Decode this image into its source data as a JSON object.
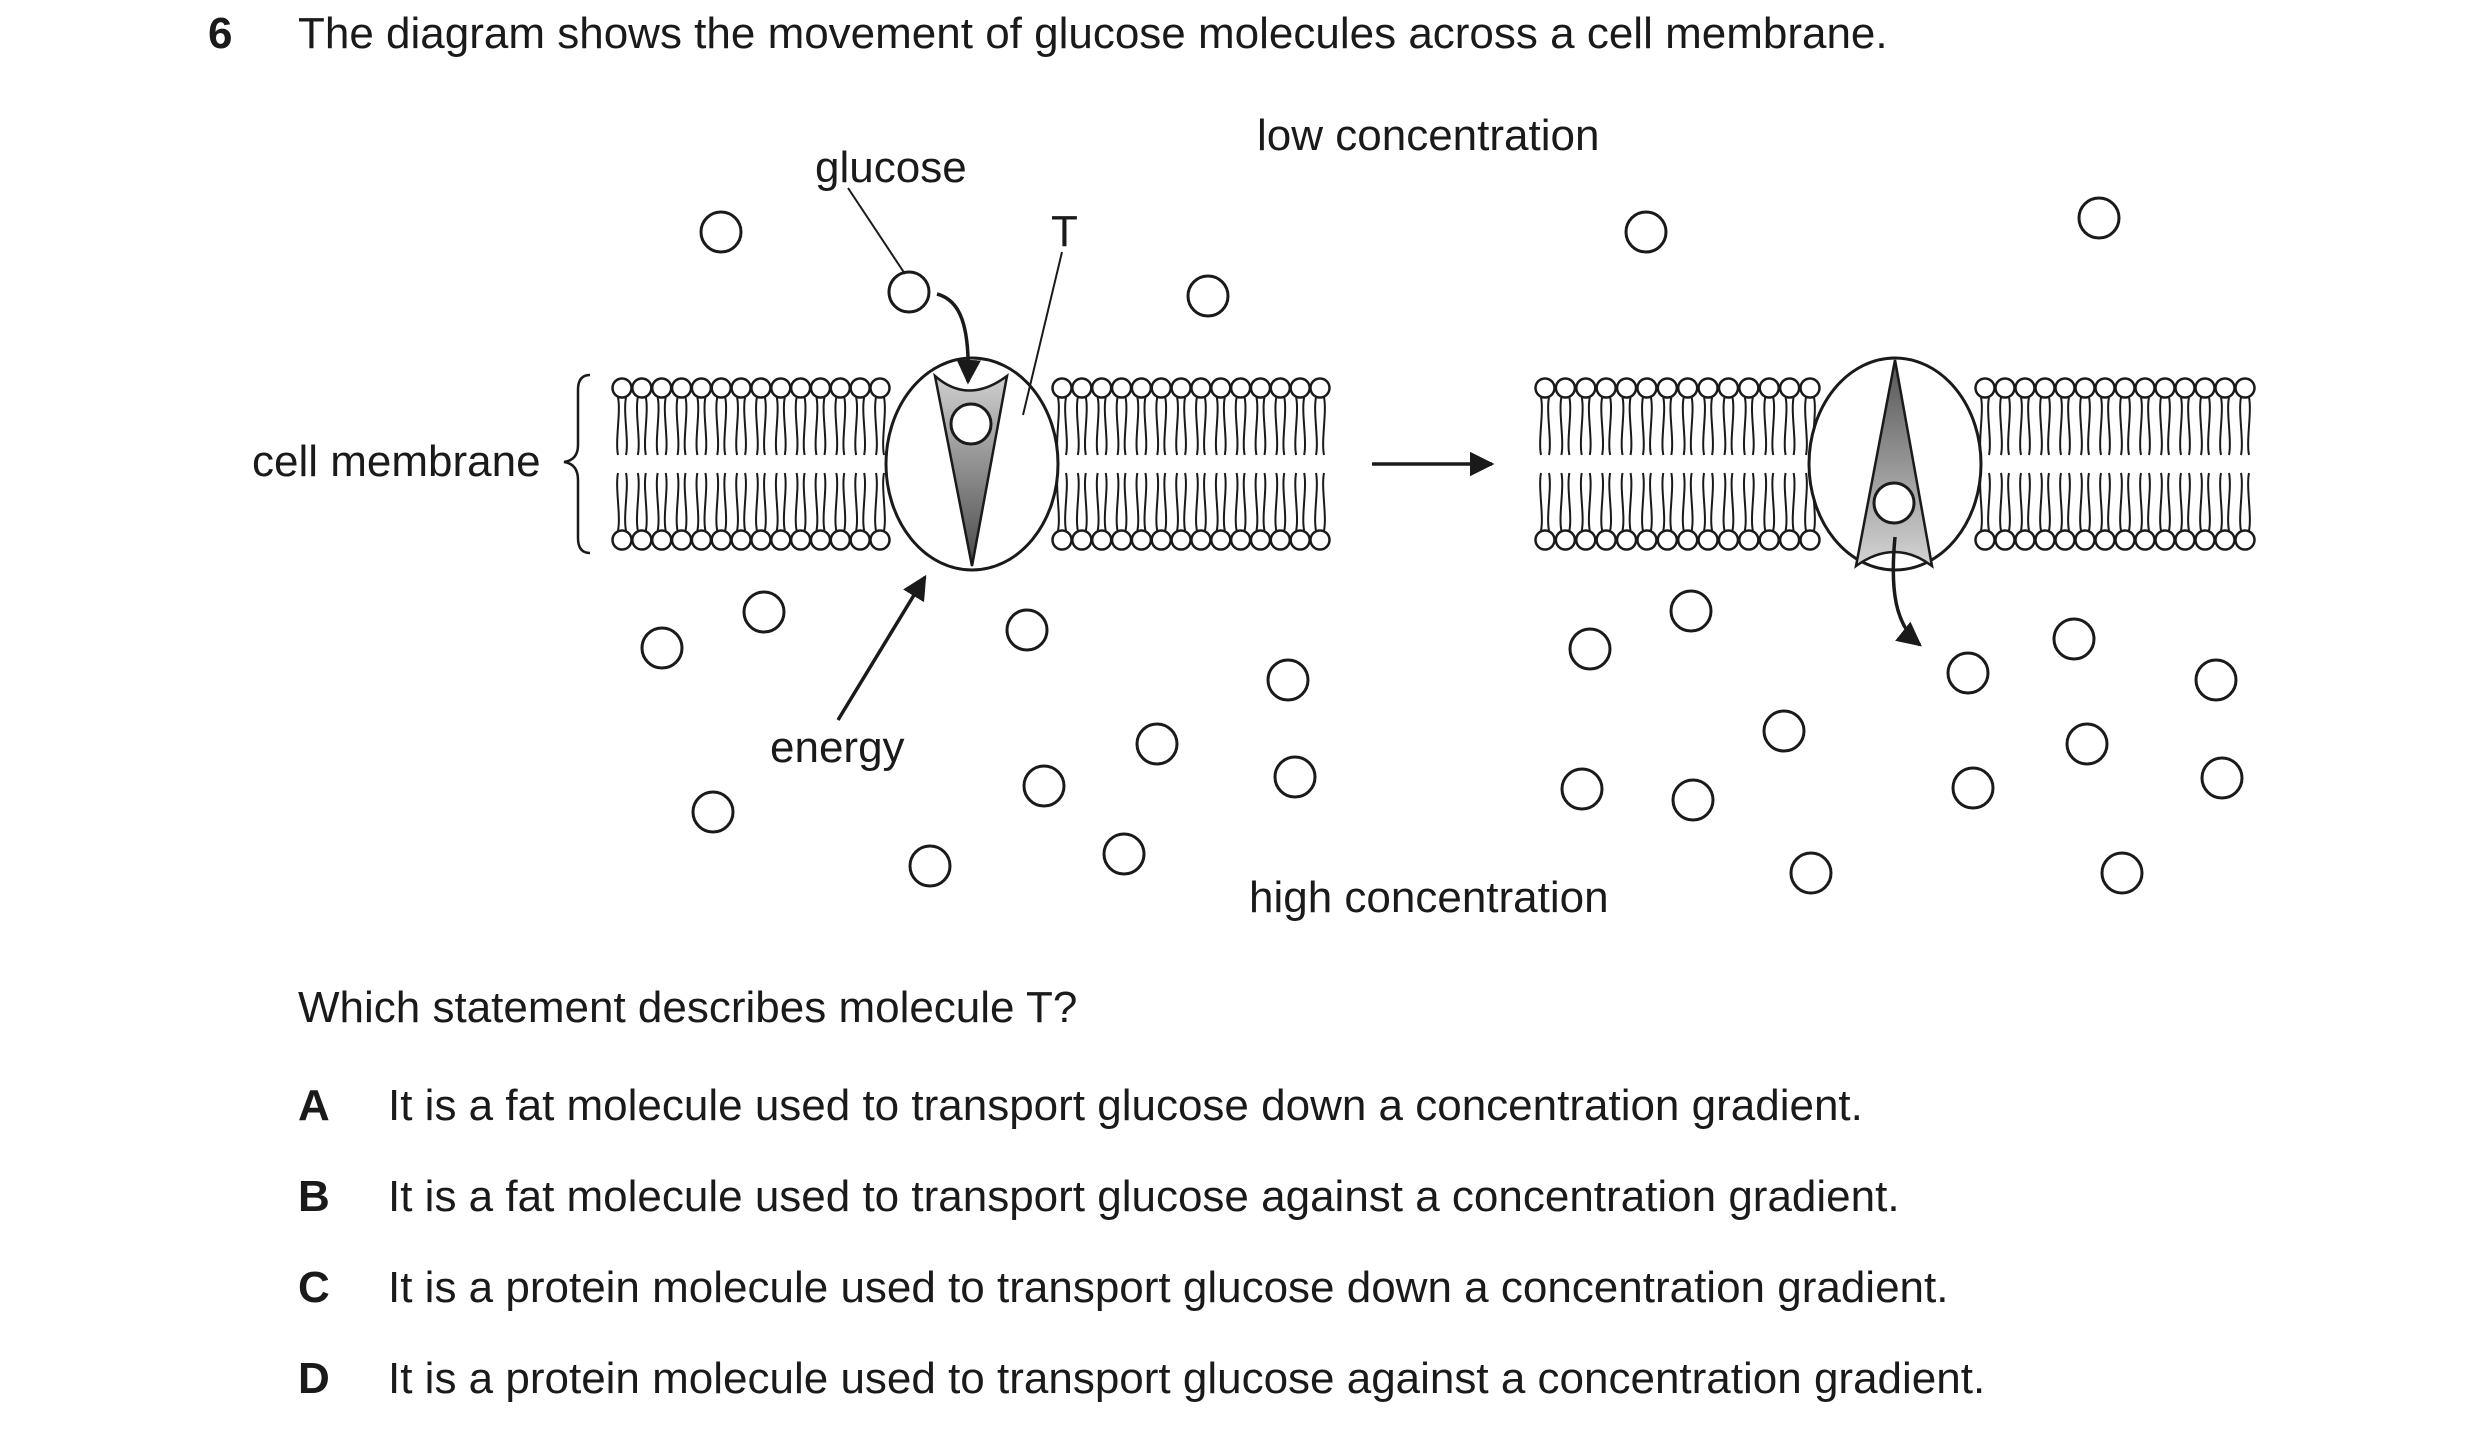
{
  "question": {
    "number": "6",
    "stem": "The diagram shows the movement of glucose molecules across a cell membrane."
  },
  "diagram": {
    "labels": {
      "glucose": "glucose",
      "T": "T",
      "low_concentration": "low concentration",
      "cell_membrane": "cell membrane",
      "energy": "energy",
      "high_concentration": "high concentration"
    }
  },
  "prompt": "Which statement describes molecule T?",
  "options": [
    {
      "letter": "A",
      "text": "It is a fat molecule used to transport glucose down a concentration gradient."
    },
    {
      "letter": "B",
      "text": "It is a fat molecule used to transport glucose against a concentration gradient."
    },
    {
      "letter": "C",
      "text": "It is a protein molecule used to transport glucose down a concentration gradient."
    },
    {
      "letter": "D",
      "text": "It is a protein molecule used to transport glucose against a concentration gradient."
    }
  ]
}
